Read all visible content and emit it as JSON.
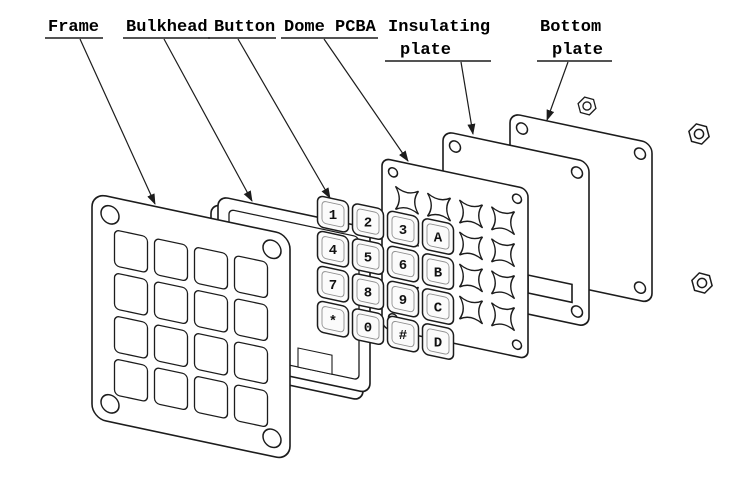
{
  "labels": {
    "frame": "Frame",
    "bulkhead": "Bulkhead",
    "button": "Button",
    "dome_pcba": "Dome PCBA",
    "insulating_line1": "Insulating",
    "insulating_line2": "plate",
    "bottom_line1": "Bottom",
    "bottom_line2": "plate"
  },
  "keypad": {
    "keys": [
      "1",
      "2",
      "3",
      "A",
      "4",
      "5",
      "6",
      "B",
      "7",
      "8",
      "9",
      "C",
      "*",
      "0",
      "#",
      "D"
    ]
  },
  "colors": {
    "line": "#1c1c1c",
    "background": "#ffffff"
  }
}
